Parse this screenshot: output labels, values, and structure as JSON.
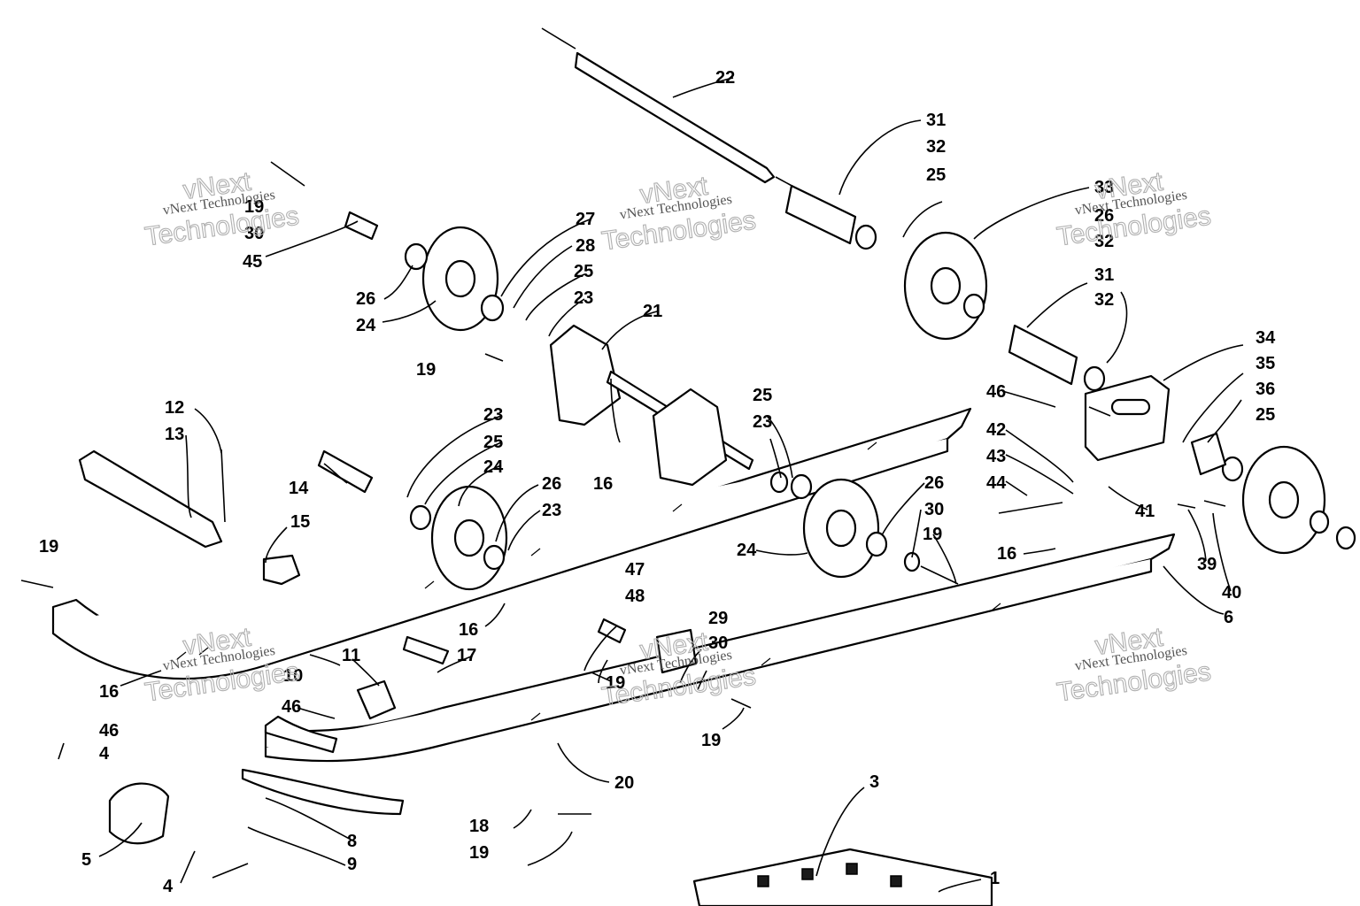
{
  "watermark": {
    "line1": "vNext Technologies",
    "line2": "Technologies",
    "line3": "vNext"
  },
  "callouts": [
    "1",
    "3",
    "4",
    "4",
    "5",
    "6",
    "8",
    "9",
    "10",
    "11",
    "12",
    "13",
    "14",
    "15",
    "16",
    "16",
    "16",
    "16",
    "16",
    "17",
    "18",
    "19",
    "19",
    "19",
    "19",
    "19",
    "19",
    "19",
    "19",
    "20",
    "21",
    "22",
    "23",
    "23",
    "23",
    "23",
    "24",
    "24",
    "24",
    "25",
    "25",
    "25",
    "25",
    "25",
    "25",
    "26",
    "26",
    "26",
    "26",
    "27",
    "28",
    "29",
    "30",
    "30",
    "30",
    "31",
    "31",
    "32",
    "32",
    "32",
    "33",
    "34",
    "35",
    "36",
    "39",
    "40",
    "41",
    "42",
    "43",
    "44",
    "45",
    "46",
    "46",
    "46",
    "47",
    "48"
  ],
  "colors": {
    "line": "#000000",
    "background": "#ffffff",
    "watermark": "#b0b0b0"
  }
}
